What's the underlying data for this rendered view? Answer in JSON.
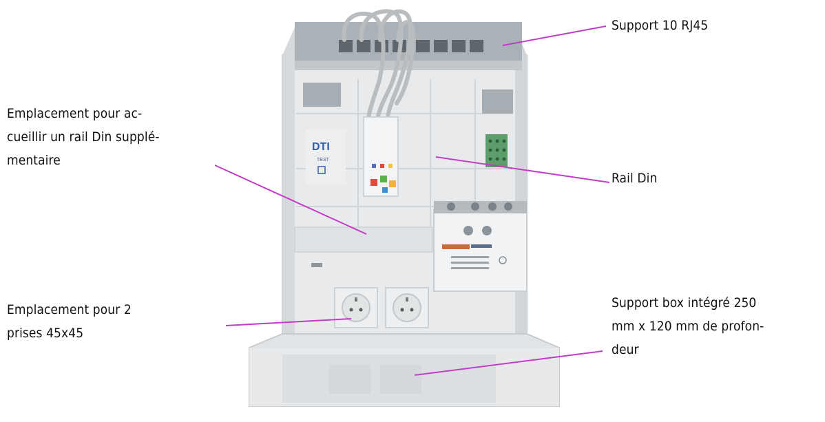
{
  "callouts": {
    "support_rj45": "Support 10 RJ45",
    "rail_extra_line1": "Emplacement pour ac-",
    "rail_extra_line2": "cueillir un rail Din supplé-",
    "rail_extra_line3": "mentaire",
    "rail_din": "Rail Din",
    "prises_line1": "Emplacement pour 2",
    "prises_line2": "prises 45x45",
    "box_line1": "Support box intégré 250",
    "box_line2": "mm x 120 mm de profon-",
    "box_line3": "deur"
  },
  "device": {
    "dti_label": "DTI",
    "test_label": "TEST"
  },
  "colors": {
    "leader_line": "#c23bc8",
    "panel": "#e6e8e9",
    "panel_shadow": "#c9cdd0",
    "metal_top": "#a9b0b6"
  }
}
